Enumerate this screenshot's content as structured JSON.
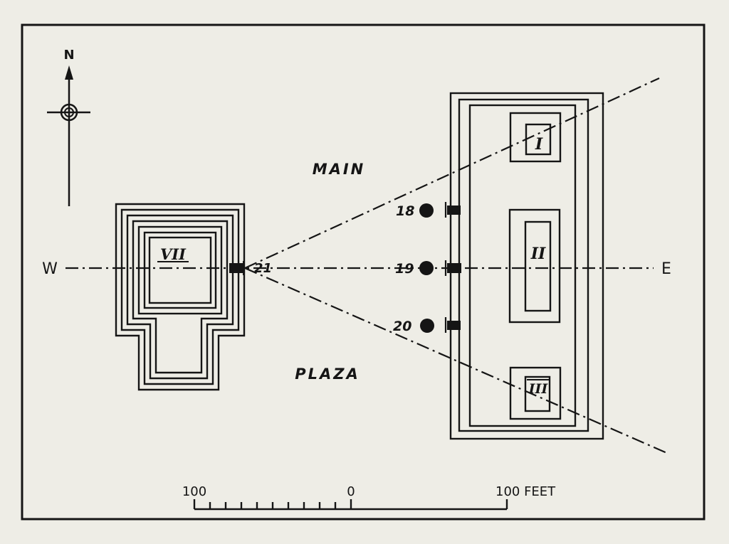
{
  "compass": {
    "north_label": "N",
    "icon": "north-arrow-icon"
  },
  "directions": {
    "west": "W",
    "east": "E"
  },
  "plaza_label": {
    "line1": "MAIN",
    "line2": "PLAZA"
  },
  "structures": {
    "west_pyramid": "VII",
    "east_mound_1": "I",
    "east_mound_2": "II",
    "east_mound_3": "III"
  },
  "stelae": [
    {
      "number": "18"
    },
    {
      "number": "19"
    },
    {
      "number": "20"
    },
    {
      "number": "21"
    }
  ],
  "scale_bar": {
    "left_label": "100",
    "mid_label": "0",
    "right_label": "100 FEET"
  },
  "colors": {
    "ink": "#151515",
    "paper": "#eeede6"
  }
}
